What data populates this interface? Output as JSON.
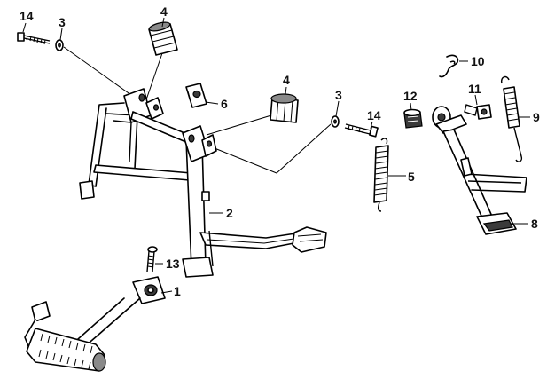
{
  "diagram": {
    "callouts": {
      "c1": "1",
      "c2": "2",
      "c3a": "3",
      "c3b": "3",
      "c4a": "4",
      "c4b": "4",
      "c5": "5",
      "c6": "6",
      "c8": "8",
      "c9": "9",
      "c10": "10",
      "c11": "11",
      "c12": "12",
      "c13": "13",
      "c14a": "14",
      "c14b": "14"
    }
  }
}
